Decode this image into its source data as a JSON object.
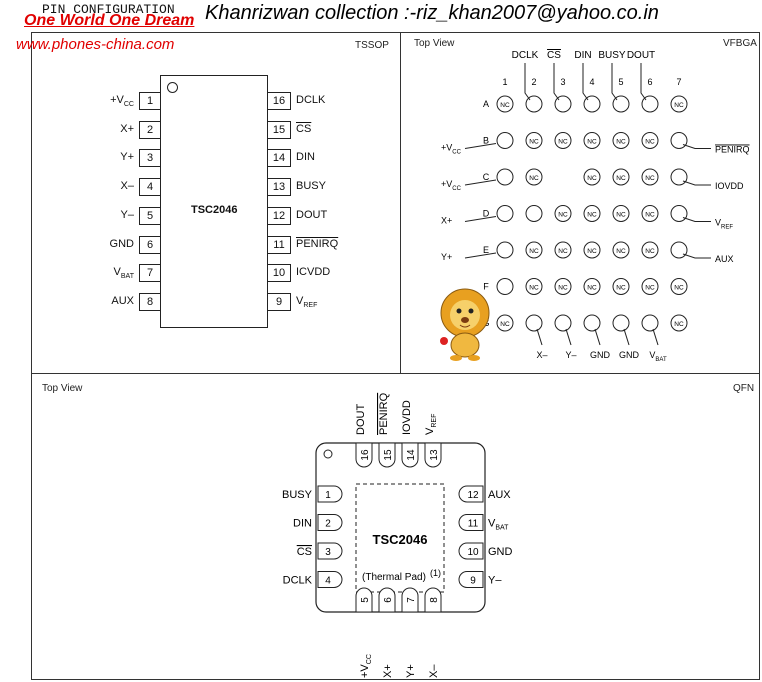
{
  "header": {
    "pin_config": "PIN CONFIGURATION",
    "collection": "Khanrizwan collection :-riz_khan2007@yahoo.co.in"
  },
  "watermark": {
    "line1": "One World One Dream",
    "line2": "www.phones-china.com"
  },
  "tssop": {
    "title": "TSSOP",
    "chip": "TSC2046",
    "left_pins": [
      {
        "num": "1",
        "name": "+V",
        "sub": "CC"
      },
      {
        "num": "2",
        "name": "X+",
        "sub": ""
      },
      {
        "num": "3",
        "name": "Y+",
        "sub": ""
      },
      {
        "num": "4",
        "name": "X–",
        "sub": ""
      },
      {
        "num": "5",
        "name": "Y–",
        "sub": ""
      },
      {
        "num": "6",
        "name": "GND",
        "sub": ""
      },
      {
        "num": "7",
        "name": "V",
        "sub": "BAT"
      },
      {
        "num": "8",
        "name": "AUX",
        "sub": ""
      }
    ],
    "right_pins": [
      {
        "num": "16",
        "name": "DCLK",
        "sub": "",
        "over": false
      },
      {
        "num": "15",
        "name": "CS",
        "sub": "",
        "over": true
      },
      {
        "num": "14",
        "name": "DIN",
        "sub": "",
        "over": false
      },
      {
        "num": "13",
        "name": "BUSY",
        "sub": "",
        "over": false
      },
      {
        "num": "12",
        "name": "DOUT",
        "sub": "",
        "over": false
      },
      {
        "num": "11",
        "name": "PENIRQ",
        "sub": "",
        "over": true
      },
      {
        "num": "10",
        "name": "ICVDD",
        "sub": "",
        "over": false
      },
      {
        "num": "9",
        "name": "V",
        "sub": "REF",
        "over": false
      }
    ]
  },
  "vfbga": {
    "top_view": "Top View",
    "title": "VFBGA",
    "cols": [
      "1",
      "2",
      "3",
      "4",
      "5",
      "6",
      "7"
    ],
    "rows": [
      "A",
      "B",
      "C",
      "D",
      "E",
      "F",
      "G"
    ],
    "nc": "NC",
    "top_labels": [
      "DCLK",
      "CS",
      "DIN",
      "BUSY",
      "DOUT"
    ],
    "left_labels": [
      {
        "name": "+V",
        "sub": "CC"
      },
      {
        "name": "+V",
        "sub": "CC"
      },
      {
        "name": "X+",
        "sub": ""
      },
      {
        "name": "Y+",
        "sub": ""
      }
    ],
    "right_labels": [
      {
        "name": "PENIRQ",
        "sub": ""
      },
      {
        "name": "IOVDD",
        "sub": ""
      },
      {
        "name": "V",
        "sub": "REF"
      },
      {
        "name": "AUX",
        "sub": ""
      }
    ],
    "bottom_labels": [
      {
        "name": "X–",
        "sub": ""
      },
      {
        "name": "Y–",
        "sub": ""
      },
      {
        "name": "GND",
        "sub": ""
      },
      {
        "name": "GND",
        "sub": ""
      },
      {
        "name": "V",
        "sub": "BAT"
      }
    ]
  },
  "qfn": {
    "top_view": "Top View",
    "title": "QFN",
    "chip": "TSC2046",
    "pad": "(Thermal Pad)",
    "pad_note": "(1)",
    "left_pins": [
      {
        "num": "1",
        "name": "BUSY",
        "over": false
      },
      {
        "num": "2",
        "name": "DIN",
        "over": false
      },
      {
        "num": "3",
        "name": "CS",
        "over": true
      },
      {
        "num": "4",
        "name": "DCLK",
        "over": false
      }
    ],
    "right_pins": [
      {
        "num": "12",
        "name": "AUX",
        "sub": ""
      },
      {
        "num": "11",
        "name": "V",
        "sub": "BAT"
      },
      {
        "num": "10",
        "name": "GND",
        "sub": ""
      },
      {
        "num": "9",
        "name": "Y–",
        "sub": ""
      }
    ],
    "top_pins": [
      {
        "num": "16",
        "name": "DOUT",
        "sub": "",
        "over": false
      },
      {
        "num": "15",
        "name": "PENIRQ",
        "sub": "",
        "over": true
      },
      {
        "num": "14",
        "name": "IOVDD",
        "sub": "",
        "over": false
      },
      {
        "num": "13",
        "name": "V",
        "sub": "REF",
        "over": false
      }
    ],
    "bottom_pins": [
      {
        "num": "5",
        "name": "+V",
        "sub": "CC"
      },
      {
        "num": "6",
        "name": "X+",
        "sub": ""
      },
      {
        "num": "7",
        "name": "Y+",
        "sub": ""
      },
      {
        "num": "8",
        "name": "X–",
        "sub": ""
      }
    ]
  }
}
